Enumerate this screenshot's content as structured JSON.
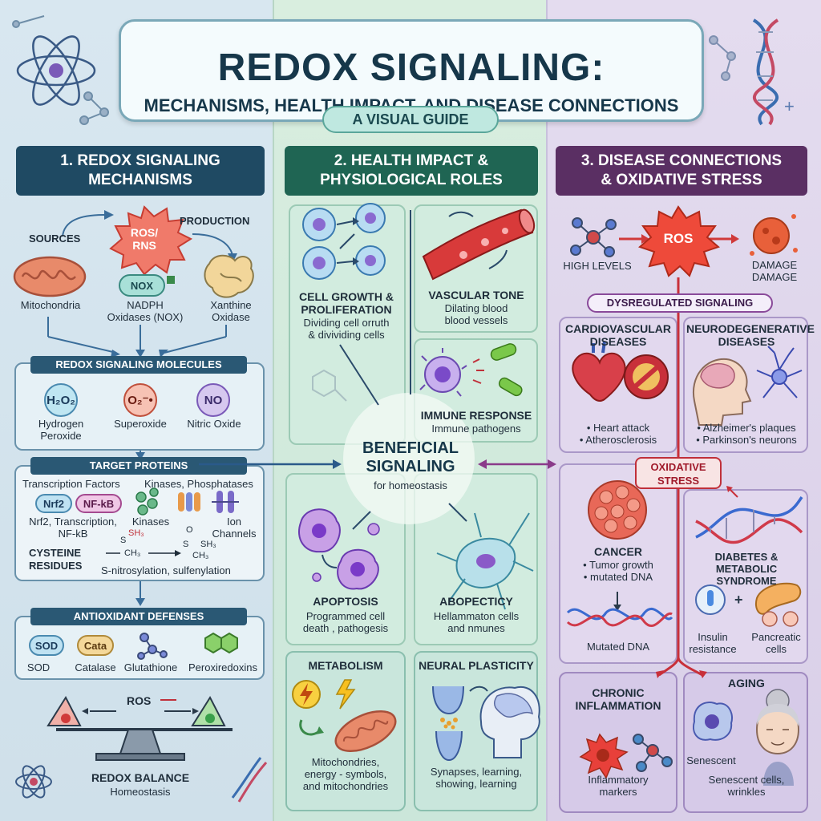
{
  "title": {
    "main": "REDOX SIGNALING:",
    "subtitle": "MECHANISMS, HEALTH IMPACT, AND DISEASE CONNECTIONS",
    "badge": "A VISUAL GUIDE"
  },
  "section1": {
    "header": [
      "1. REDOX SIGNALING",
      "MECHANISMS"
    ],
    "sources_label": "SOURCES",
    "production_label": "PRODUCTION",
    "ros_burst": [
      "ROS/",
      "RNS"
    ],
    "nox_pill": "NOX",
    "sources": [
      {
        "label": "Mitochondria"
      },
      {
        "label": [
          "NADPH",
          "Oxidases (NOX)"
        ]
      },
      {
        "label": [
          "Xanthine",
          "Oxidase"
        ]
      }
    ],
    "molecules_band": "REDOX SIGNALING MOLECULES",
    "molecules": [
      {
        "symbol": "H₂O₂",
        "label": [
          "Hydrogen",
          "Peroxide"
        ]
      },
      {
        "symbol": "O₂⁻•",
        "label": [
          "Superoxide"
        ]
      },
      {
        "symbol": "NO",
        "label": [
          "Nitric Oxide"
        ]
      }
    ],
    "target_band": "TARGET PROTEINS",
    "tf_label": "Transcription Factors",
    "kp_label": "Kinases, Phosphatases",
    "nrf2": "Nrf2",
    "nfkb": "NF-kB",
    "tf_caption": [
      "Nrf2, Transcription,",
      "NF-kB"
    ],
    "kinases_caption": "Kinases",
    "ion_caption": [
      "Ion",
      "Channels"
    ],
    "cysteine_label": [
      "CYSTEINE",
      "RESIDUES"
    ],
    "mod_caption": "S-nitrosylation, sulfenylation",
    "antioxidant_band": "ANTIOXIDANT DEFENSES",
    "antioxidants": [
      {
        "symbol": "SOD",
        "label": "SOD"
      },
      {
        "symbol": "Cata",
        "label": "Catalase"
      },
      {
        "symbol": "",
        "label": "Glutathione"
      },
      {
        "symbol": "",
        "label": "Peroxiredoxins"
      }
    ],
    "balance_ros": "ROS",
    "balance_title": "REDOX BALANCE",
    "balance_sub": "Homeostasis"
  },
  "section2": {
    "header": [
      "2. HEALTH IMPACT &",
      "PHYSIOLOGICAL ROLES"
    ],
    "cell_growth": {
      "title": [
        "CELL GROWTH &",
        "PROLIFERATION"
      ],
      "desc": [
        "Dividing cell orruth",
        "& divividing cells"
      ]
    },
    "vascular": {
      "title": "VASCULAR TONE",
      "desc": [
        "Dilating blood",
        "blood vessels"
      ]
    },
    "immune": {
      "title": "IMMUNE RESPONSE",
      "desc": "Immune pathogens"
    },
    "center": {
      "title": [
        "BENEFICIAL",
        "SIGNALING"
      ],
      "sub": "for homeostasis"
    },
    "apoptosis": {
      "title": "APOPTOSIS",
      "desc": [
        "Programmed cell",
        "death , pathogesis"
      ]
    },
    "abop": {
      "title": "ABOPECTICY",
      "desc": [
        "Hellammaton cells",
        "and nmunes"
      ]
    },
    "metabolism": {
      "title": "METABOLISM",
      "desc": [
        "Mitochondries,",
        "energy - symbols,",
        "and mitochondries"
      ]
    },
    "neural": {
      "title": "NEURAL PLASTICITY",
      "desc": [
        "Synapses, learning,",
        "showing, learning"
      ]
    }
  },
  "section3": {
    "header": [
      "3. DISEASE CONNECTIONS",
      "& OXIDATIVE STRESS"
    ],
    "high_levels": "HIGH LEVELS",
    "ros": "ROS",
    "damage": [
      "DAMAGE",
      "DAMAGE"
    ],
    "dysregulated": "DYSREGULATED SIGNALING",
    "cardio": {
      "title": [
        "CARDIOVASCULAR",
        "DISEASES"
      ],
      "items": [
        "• Heart attack",
        "• Atherosclerosis"
      ]
    },
    "neuro": {
      "title": [
        "NEURODEGENERATIVE",
        "DISEASES"
      ],
      "items": [
        "• Alzheimer's plaques",
        "• Parkinson's neurons"
      ]
    },
    "oxidative": [
      "OXIDATIVE",
      "STRESS"
    ],
    "cancer": {
      "title": "CANCER",
      "items": [
        "• Tumor growth",
        "• mutated DNA"
      ],
      "dna_label": "Mutated DNA"
    },
    "diabetes": {
      "title": [
        "DIABETES &",
        "METABOLIC SYNDROME"
      ],
      "insulin": [
        "Insulin",
        "resistance"
      ],
      "pancreatic": [
        "Pancreatic",
        "cells"
      ]
    },
    "chronic": {
      "title": [
        "CHRONIC",
        "INFLAMMATION"
      ],
      "desc": [
        "Inflammatory",
        "markers"
      ]
    },
    "aging": {
      "title": "AGING",
      "senescent": "Senescent",
      "desc": [
        "Senescent cells,",
        "wrinkles"
      ]
    }
  },
  "colors": {
    "sec1": "#1f4a63",
    "sec2": "#1f6553",
    "sec3": "#5a2f63",
    "ros_red": "#e0453a"
  }
}
